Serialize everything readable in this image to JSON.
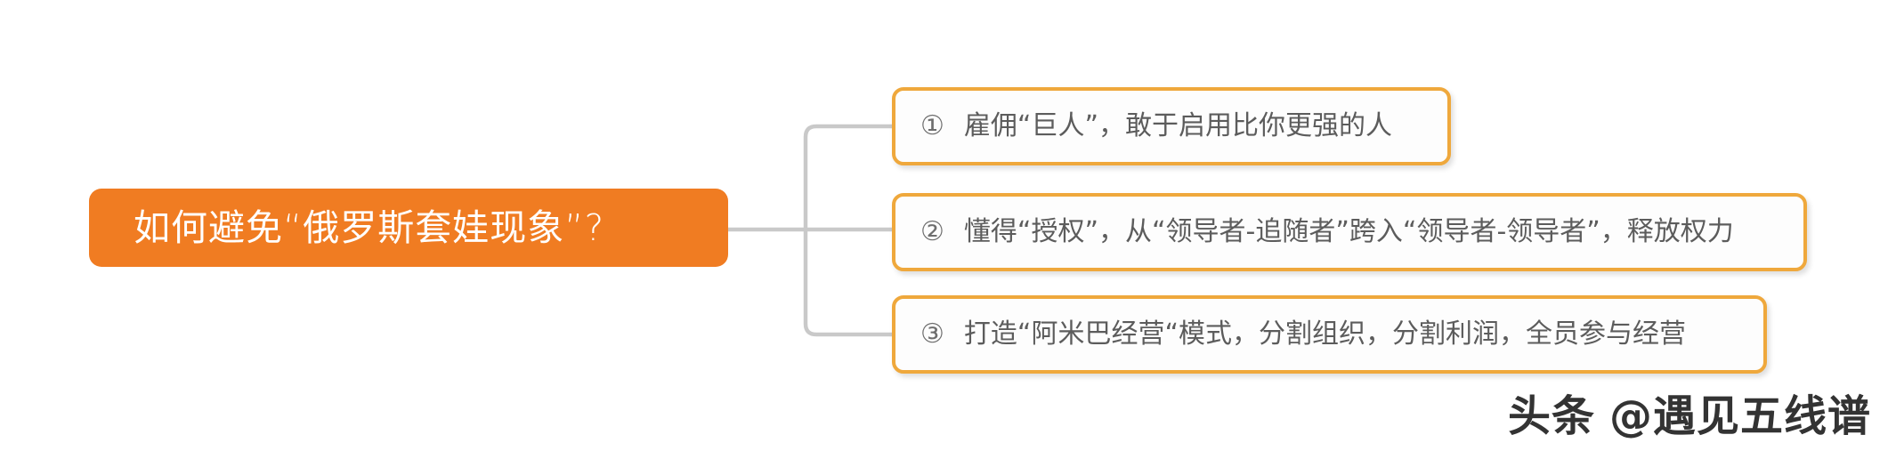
{
  "diagram": {
    "type": "mind-map",
    "orientation": "left-to-right",
    "root": {
      "label": "如何避免“俄罗斯套娃现象”?",
      "background_color": "#f07c22",
      "text_color": "#ffffff"
    },
    "branches": [
      {
        "index": "①",
        "text": "雇佣“巨人”，敢于启用比你更强的人",
        "border_color": "#efa83c",
        "background_color": "#fdfdfd",
        "text_color": "#5c5c5c"
      },
      {
        "index": "②",
        "text": "懂得“授权”，从“领导者-追随者”跨入“领导者-领导者”，释放权力",
        "border_color": "#efa83c",
        "background_color": "#fdfdfd",
        "text_color": "#5c5c5c"
      },
      {
        "index": "③",
        "text": "打造“阿米巴经营“模式，分割组织，分割利润，全员参与经营",
        "border_color": "#efa83c",
        "background_color": "#fdfdfd",
        "text_color": "#5c5c5c"
      }
    ],
    "connector_color": "#c9c9c9"
  },
  "watermark": {
    "brand": "头条",
    "handle": "@遇见五线谱"
  }
}
